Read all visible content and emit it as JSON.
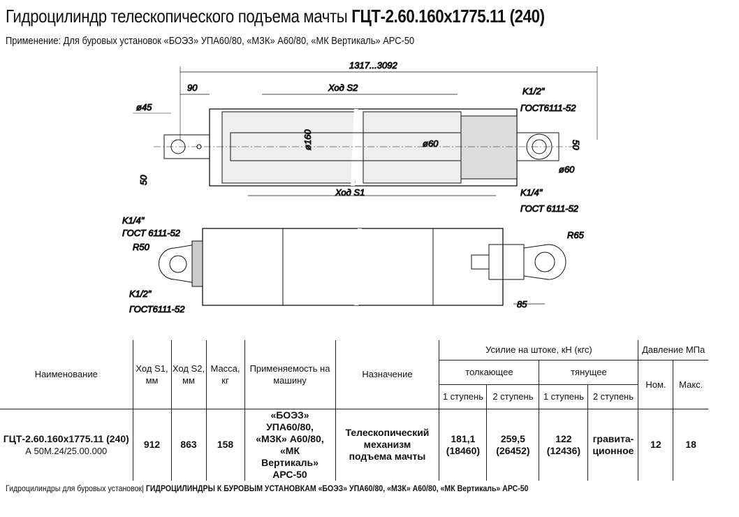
{
  "header": {
    "title_prefix": "Гидроцилиндр телескопического подъема мачты",
    "title_model": "ГЦТ-2.60.160x1775.11 (240)",
    "subtitle": "Применение: Для буровых установок «БОЭЗ» УПА60/80, «МЗК» А60/80, «МК Вертикаль» АРС-50"
  },
  "drawing": {
    "overall": "1317...3092",
    "dim_90": "90",
    "stroke_s2": "Ход S2",
    "dia45": "ø45",
    "dia160": "ø160",
    "dia60_rod": "ø60",
    "dia60_eye": "ø60",
    "dim50_left": "50",
    "dim50_right": "50",
    "stroke_s1": "Ход S1",
    "port_top_thread": "K1/2\"",
    "port_top_std": "ГОСТ6111-52",
    "port_bot_thread": "K1/4\"",
    "port_bot_std": "ГОСТ 6111-52",
    "side_k14": "K1/4\"",
    "side_k14_std": "ГОСТ 6111-52",
    "r50": "R50",
    "side_k12": "K1/2\"",
    "side_k12_std": "ГОСТ6111-52",
    "r65": "R65",
    "dim85": "85"
  },
  "table": {
    "headers": {
      "name": "Наименование",
      "s1": "Ход S1, мм",
      "s2": "Ход S2, мм",
      "mass": "Масса, кг",
      "machine": "Применяемость на машину",
      "purpose": "Назначение",
      "force": "Усилие на штоке, кН (кгс)",
      "push": "толкающее",
      "pull": "тянущее",
      "stage1a": "1 ступень",
      "stage2a": "2 ступень",
      "stage1b": "1 ступень",
      "stage2b": "2 ступень",
      "pressure": "Давление МПа",
      "nom": "Ном.",
      "max": "Макс."
    },
    "row": {
      "name": "ГЦТ-2.60.160x1775.11 (240)",
      "code": "А 50М.24/25.00.000",
      "s1": "912",
      "s2": "863",
      "mass": "158",
      "machine": "«БОЭЗ» УПА60/80, «МЗК» А60/80, «МК Вертикаль» АРС-50",
      "purpose": "Телескопический механизм подъема мачты",
      "push1": "181,1",
      "push1_kgf": "(18460)",
      "push2": "259,5",
      "push2_kgf": "(26452)",
      "pull1": "122",
      "pull1_kgf": "(12436)",
      "pull2": "гравита-ционное",
      "nom": "12",
      "max": "18"
    }
  },
  "footer": {
    "section": "Гидроцилиндры для буровых установок|",
    "title": "ГИДРОЦИЛИНДРЫ К БУРОВЫМ УСТАНОВКАМ «БОЭЗ» УПА60/80, «МЗК» А60/80, «МК Вертикаль» АРС-50"
  }
}
